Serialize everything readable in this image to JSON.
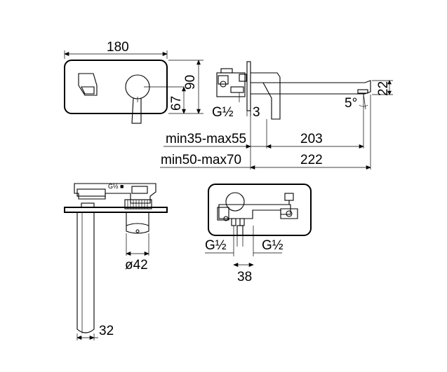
{
  "dimensions": {
    "width_180": "180",
    "height_90": "90",
    "offset_67": "67",
    "spout_height_22": "22",
    "thickness_3": "3",
    "thread_g12_top": "G½",
    "angle_5": "5°",
    "range_min35_max55": "min35-max55",
    "range_min50_max70": "min50-max70",
    "length_203": "203",
    "length_222": "222",
    "diameter_42": "ø42",
    "spout_32": "32",
    "thread_g12_left": "G½",
    "thread_g12_right": "G½",
    "spacing_38": "38"
  },
  "markings": {
    "body_g12": "G½",
    "body_box": "■"
  }
}
